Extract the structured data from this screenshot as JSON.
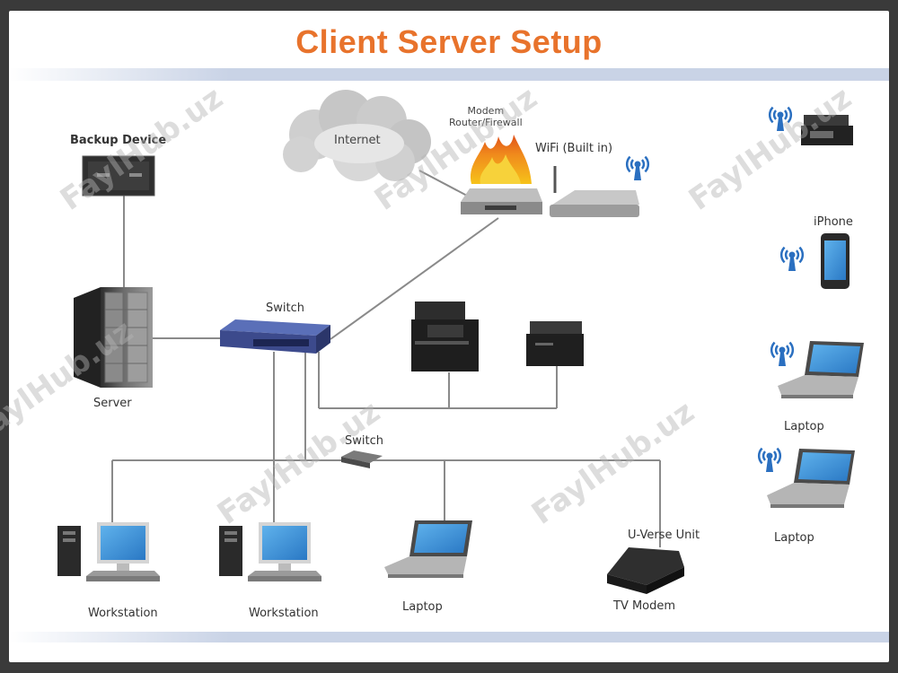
{
  "title": "Client Server Setup",
  "labels": {
    "backup_device": "Backup Device",
    "internet": "Internet",
    "modem_router": "Modem\nRouter/Firewall",
    "wifi": "WiFi (Built in)",
    "switch_main": "Switch",
    "server": "Server",
    "switch_second": "Switch",
    "workstation_1": "Workstation",
    "workstation_2": "Workstation",
    "laptop_bottom": "Laptop",
    "uverse": "U-Verse Unit",
    "tv_modem": "TV Modem",
    "iphone": "iPhone",
    "laptop_right_1": "Laptop",
    "laptop_right_2": "Laptop"
  },
  "watermark": "FaylHub.uz",
  "colors": {
    "title": "#e8732c",
    "band": "#c9d3e6",
    "line": "#7a7a7a",
    "switch": "#3c4a8c",
    "screen": "#3b8fd6"
  }
}
